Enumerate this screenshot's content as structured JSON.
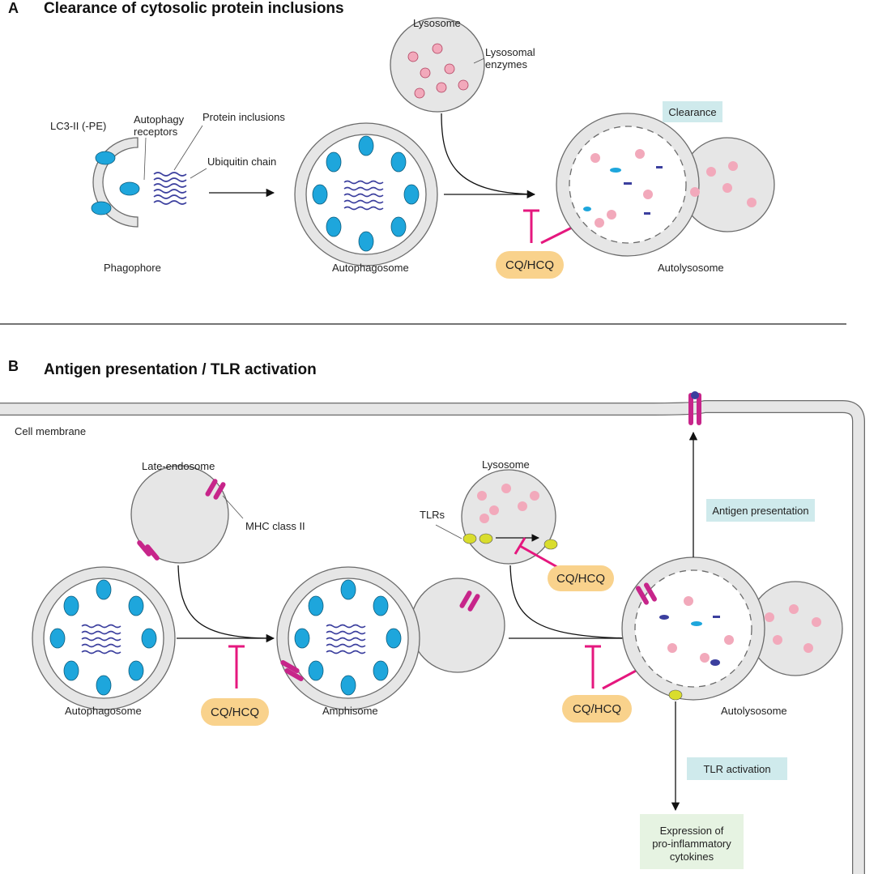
{
  "colors": {
    "inhibitor": "#e5177e",
    "drug_pill": "#f9d28c",
    "clearance_tag": "#cfeaec",
    "cytokine_tag": "#e6f3e2",
    "vesicle": "#e6e6e6",
    "vesicle_stroke": "#6b6b6b",
    "receptor_body": "#1ea6dc",
    "ubiquitin": "#3b3f9e",
    "enzyme": "#f2a9bb",
    "tlr": "#d9dd2d",
    "mhc": "#c7258a"
  },
  "icons": [
    "lc3-receptor-icon",
    "ubiquitin-wave-icon",
    "lysosomal-enzyme-icon",
    "tlr-icon",
    "mhc-class-ii-icon",
    "inhibition-bar-icon"
  ],
  "panel_a": {
    "letter": "A",
    "title": "Clearance of cytosolic protein inclusions",
    "labels": {
      "lc3": "LC3-II (-PE)",
      "receptors_1": "Autophagy",
      "receptors_2": "receptors",
      "inclusions": "Protein inclusions",
      "ubiquitin": "Ubiquitin chain",
      "lysosome": "Lysosome",
      "enzymes_1": "Lysosomal",
      "enzymes_2": "enzymes",
      "phagophore": "Phagophore",
      "autophagosome": "Autophagosome",
      "autolysosome": "Autolysosome"
    },
    "clearance_tag": "Clearance",
    "drug": "CQ/HCQ"
  },
  "panel_b": {
    "letter": "B",
    "title": "Antigen presentation / TLR activation",
    "labels": {
      "membrane": "Cell membrane",
      "late_endosome": "Late-endosome",
      "mhc": "MHC class II",
      "lysosome": "Lysosome",
      "tlrs": "TLRs",
      "autophagosome": "Autophagosome",
      "amphisome": "Amphisome",
      "autolysosome": "Autolysosome"
    },
    "antigen_tag": "Antigen presentation",
    "tlr_tag": "TLR activation",
    "cytokine_lines": [
      "Expression of",
      "pro-inflammatory",
      "cytokines"
    ],
    "drug_1": "CQ/HCQ",
    "drug_2": "CQ/HCQ",
    "drug_3": "CQ/HCQ"
  }
}
